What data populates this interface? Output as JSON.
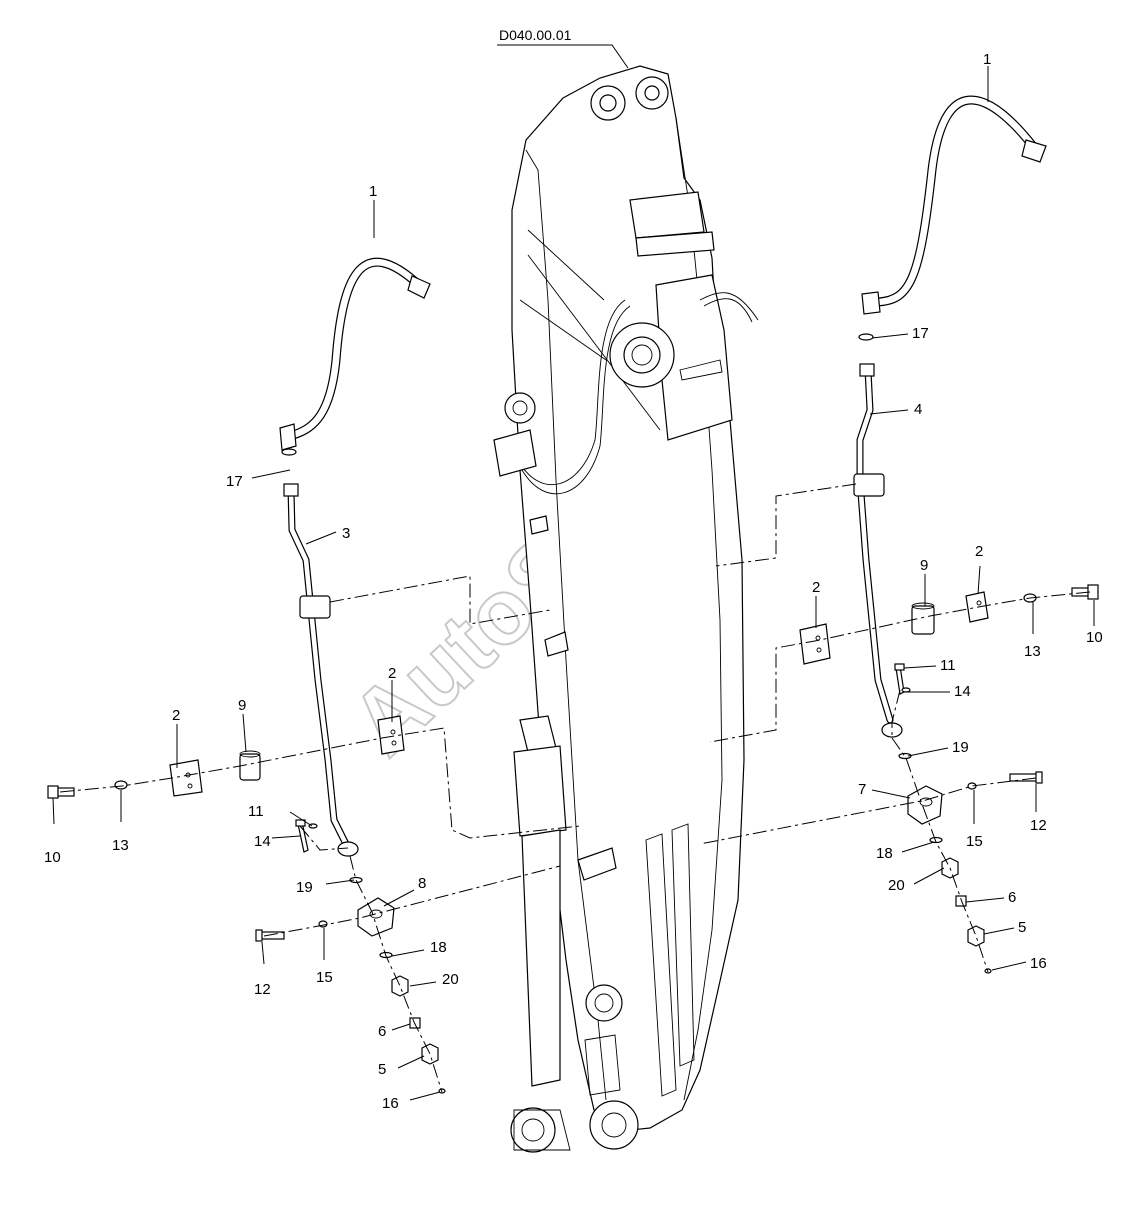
{
  "drawing": {
    "reference": "D040.00.01",
    "watermark": "AutoSoft"
  },
  "callouts": {
    "left": {
      "c1": "1",
      "c17": "17",
      "c3": "3",
      "c2a": "2",
      "c2b": "2",
      "c9": "9",
      "c10": "10",
      "c13": "13",
      "c11": "11",
      "c14": "14",
      "c19": "19",
      "c8": "8",
      "c12": "12",
      "c15": "15",
      "c18": "18",
      "c20": "20",
      "c6": "6",
      "c5": "5",
      "c16": "16"
    },
    "right": {
      "c1": "1",
      "c17": "17",
      "c4": "4",
      "c2a": "2",
      "c2b": "2",
      "c9": "9",
      "c13": "13",
      "c10": "10",
      "c11": "11",
      "c14": "14",
      "c19": "19",
      "c7": "7",
      "c15": "15",
      "c12": "12",
      "c18": "18",
      "c20": "20",
      "c6": "6",
      "c5": "5",
      "c16": "16"
    }
  }
}
